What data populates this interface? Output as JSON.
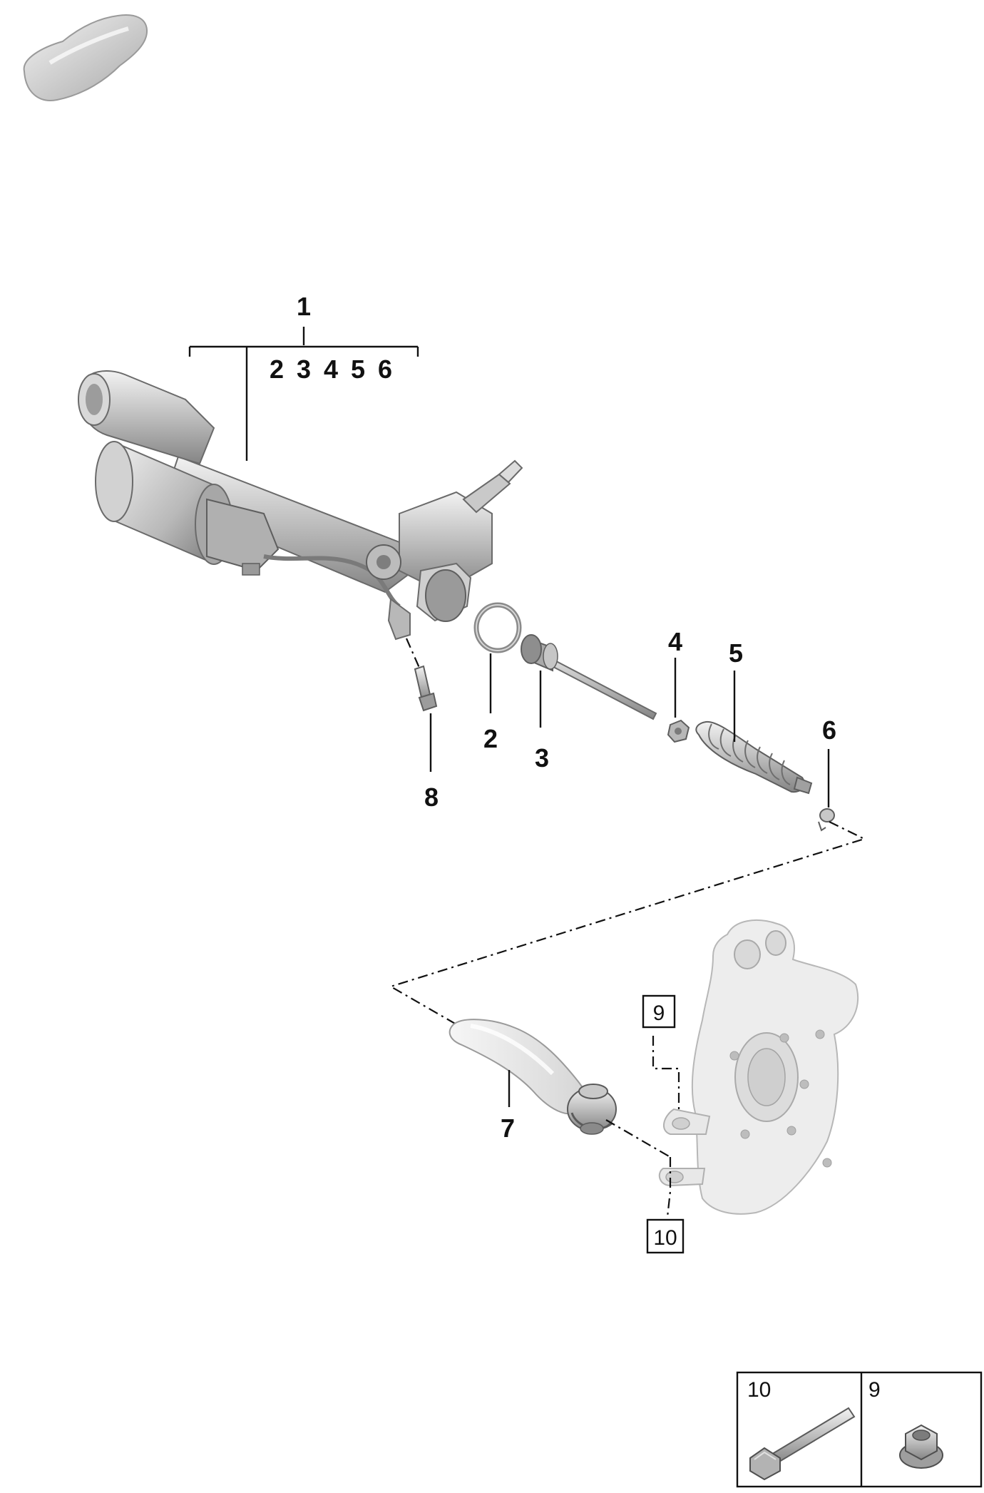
{
  "diagram": {
    "assembly_callout": "1",
    "assembly_subparts": [
      "2",
      "3",
      "4",
      "5",
      "6"
    ],
    "callouts": {
      "p2": "2",
      "p3": "3",
      "p4": "4",
      "p5": "5",
      "p6": "6",
      "p7": "7",
      "p8": "8"
    },
    "boxed_callouts": {
      "p9": "9",
      "p10": "10"
    },
    "legend": {
      "bolt_label": "10",
      "nut_label": "9"
    }
  },
  "colors": {
    "line": "#111111",
    "part_light": "#e4e4e4",
    "part_mid": "#c6c6c6",
    "part_dark": "#8e8e8e",
    "knuckle": "#ececec"
  },
  "icons": [
    "car-silhouette-icon"
  ]
}
